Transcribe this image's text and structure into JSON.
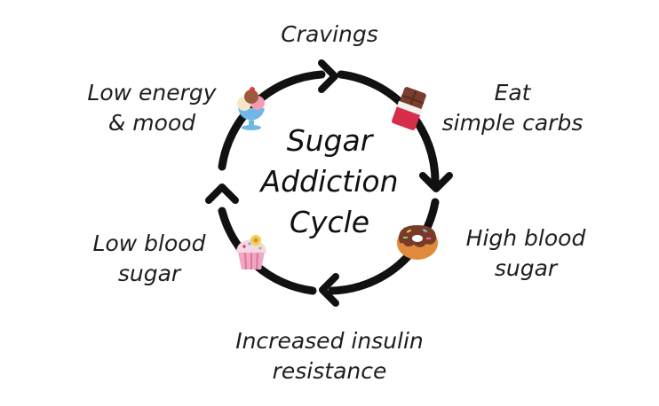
{
  "title": {
    "line1": "Sugar",
    "line2": "Addiction",
    "line3": "Cycle"
  },
  "stages": [
    {
      "line1": "Cravings",
      "line2": "",
      "icon": "none"
    },
    {
      "line1": "Eat",
      "line2": "simple carbs",
      "icon": "chocolate-bar-icon"
    },
    {
      "line1": "High blood",
      "line2": "sugar",
      "icon": "donut-icon"
    },
    {
      "line1": "Increased insulin",
      "line2": "resistance",
      "icon": "none"
    },
    {
      "line1": "Low blood",
      "line2": "sugar",
      "icon": "cupcake-icon"
    },
    {
      "line1": "Low energy",
      "line2": "& mood",
      "icon": "ice-cream-icon"
    }
  ],
  "colors": {
    "arrow": "#111111",
    "text": "#1e1e1e"
  }
}
